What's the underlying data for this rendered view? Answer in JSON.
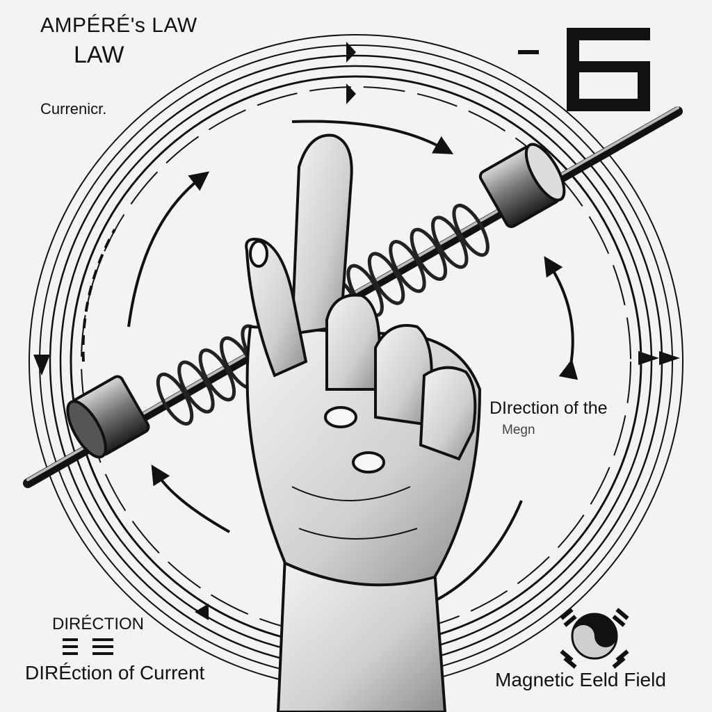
{
  "labels": {
    "title_line1": "AMPÉRÉ's LAW",
    "title_line2": "LAW",
    "current_top": "Currenicr.",
    "direction_of_the": "DIrection of the",
    "mag_fragment": "Megn",
    "direction_small": "DIRÉCTION",
    "direction_of_current": "DIRÉction of Current",
    "magnetic_field": "Magnetic Eeld Field"
  },
  "icons": {
    "top_right": "korean-glyph-icon",
    "bottom_right": "taegeuk-symbol-icon"
  },
  "colors": {
    "ink": "#111111",
    "background": "#f3f3f1",
    "metal": "#8a8a8a"
  }
}
